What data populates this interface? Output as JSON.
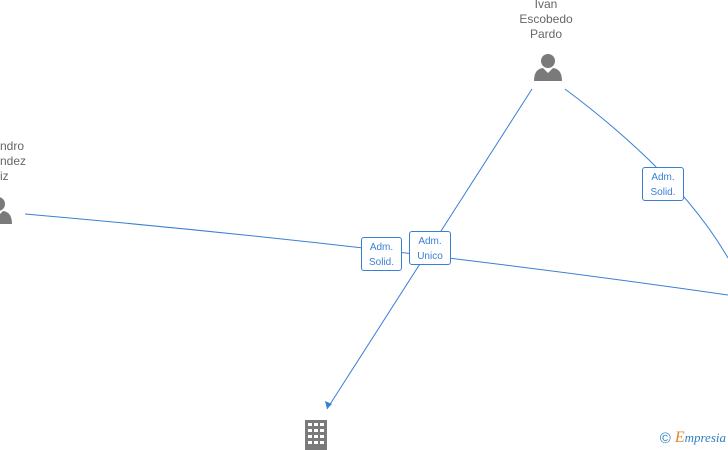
{
  "people": [
    {
      "id": "ivan",
      "name_lines": [
        "Ivan",
        "Escobedo",
        "Pardo"
      ]
    },
    {
      "id": "left",
      "name_lines": [
        "ndro",
        "ndez",
        "iz"
      ]
    }
  ],
  "roles": [
    {
      "id": "r1",
      "lines": [
        "Adm.",
        "Solid."
      ]
    },
    {
      "id": "r2",
      "lines": [
        "Adm.",
        "Unico"
      ]
    },
    {
      "id": "r3",
      "lines": [
        "Adm.",
        "Solid."
      ]
    }
  ],
  "watermark": {
    "symbol": "©",
    "brand_initial": "E",
    "brand_rest": "mpresia"
  },
  "colors": {
    "edge": "#3a7fd5",
    "node": "#7a7a7a",
    "label": "#666666"
  },
  "icons": {
    "person": "person-icon",
    "company": "building-icon"
  }
}
